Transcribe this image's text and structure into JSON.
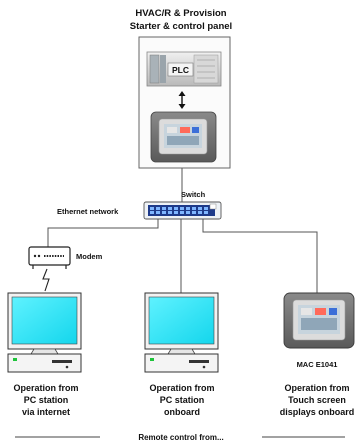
{
  "panel": {
    "title_line1": "HVAC/R & Provision",
    "title_line2": "Starter & control panel",
    "plc_label": "PLC"
  },
  "network": {
    "switch_label": "Switch",
    "ethernet_label": "Ethernet network",
    "modem_label": "Modem"
  },
  "stations": {
    "internet": {
      "line1": "Operation from",
      "line2": "PC station",
      "line3": "via internet"
    },
    "onboard": {
      "line1": "Operation from",
      "line2": "PC station",
      "line3": "onboard"
    },
    "touch": {
      "model_label": "MAC E1041",
      "line1": "Operation from",
      "line2": "Touch screen",
      "line3": "displays onboard"
    }
  },
  "footer": {
    "remote_label": "Remote control from..."
  },
  "colors": {
    "monitor_screen": "#22e4f4",
    "panel_gray": "#c9c9c9",
    "switch_blue": "#1d3a8a",
    "line": "#555555"
  },
  "icons": [
    "plc-icon",
    "touch-panel-icon",
    "network-switch-icon",
    "modem-icon",
    "lightning-icon",
    "pc-monitor-icon",
    "pc-tower-icon"
  ]
}
